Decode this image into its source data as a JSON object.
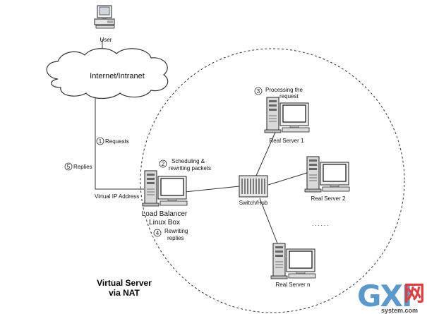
{
  "diagram": {
    "title_line1": "Virtual Server",
    "title_line2": "via NAT",
    "cloud_label": "Internet/Intranet",
    "user_label": "User",
    "vip_label": "Virtual IP Address",
    "switch_label": "Switch/Hub",
    "lb_label_line1": "Load Balancer",
    "lb_label_line2": "Linux Box",
    "servers": [
      {
        "label": "Real Server 1"
      },
      {
        "label": "Real Server 2"
      },
      {
        "label": "Real Server n"
      }
    ],
    "ellipsis": "......",
    "steps": [
      {
        "num": "1",
        "line1": "Requests",
        "line2": ""
      },
      {
        "num": "2",
        "line1": "Scheduling &",
        "line2": "rewriting packets"
      },
      {
        "num": "3",
        "line1": "Processing the",
        "line2": "request"
      },
      {
        "num": "4",
        "line1": "Rewriting",
        "line2": "replies"
      },
      {
        "num": "5",
        "line1": "Replies",
        "line2": ""
      }
    ]
  },
  "watermark": {
    "letters": "GXI",
    "cjk": "网",
    "domain": "system.com"
  }
}
